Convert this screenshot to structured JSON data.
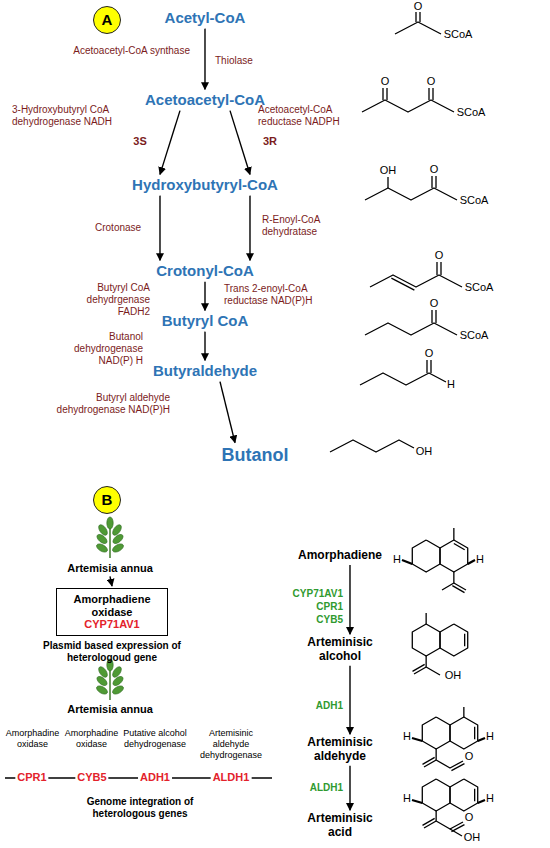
{
  "diagram": {
    "nodes": [
      {
        "text": [
          "A"
        ]
      },
      {
        "text": [
          "Acetyl-CoA"
        ]
      },
      {
        "text": [
          "Acetoacetyl-CoA"
        ]
      },
      {
        "text": [
          "Hydroxybutyryl-CoA"
        ]
      },
      {
        "text": [
          "Crotonyl-CoA"
        ]
      },
      {
        "text": [
          "Butyryl CoA"
        ]
      },
      {
        "text": [
          "Butyraldehyde"
        ]
      },
      {
        "text": [
          "Butanol"
        ]
      },
      {
        "text": [
          "B"
        ]
      },
      {
        "text": [
          "Artemisia annua"
        ]
      },
      {
        "text": [
          "Amorphadiene oxidase",
          "CYP71AV1"
        ]
      },
      {
        "text": [
          "Amorphadiene"
        ]
      },
      {
        "text": [
          "Arteminisic alcohol"
        ]
      },
      {
        "text": [
          "Arteminisic aldehyde"
        ]
      },
      {
        "text": [
          "Arteminisic acid"
        ]
      }
    ],
    "edges": [
      {
        "from": 1,
        "to": 2,
        "arrow": "to"
      },
      {
        "from": 2,
        "to": 3,
        "arrow": "to"
      },
      {
        "from": 2,
        "to": 3,
        "arrow": "to"
      },
      {
        "from": 3,
        "to": 4,
        "arrow": "to"
      },
      {
        "from": 3,
        "to": 4,
        "arrow": "to"
      },
      {
        "from": 4,
        "to": 5,
        "arrow": "to"
      },
      {
        "from": 5,
        "to": 6,
        "arrow": "to"
      },
      {
        "from": 6,
        "to": 7,
        "arrow": "to"
      },
      {
        "from": 9,
        "to": 10,
        "arrow": "to"
      },
      {
        "from": 11,
        "to": 12,
        "arrow": "to"
      },
      {
        "from": 12,
        "to": 13,
        "arrow": "to"
      },
      {
        "from": 13,
        "to": 14,
        "arrow": "to"
      }
    ],
    "labels": [
      "Acetoacetyl-CoA synthase",
      "Thiolase",
      "3-Hydroxybutyryl CoA dehydrogenase NADH",
      "Acetoacetyl-CoA reductase NADPH",
      "3S",
      "3R",
      "Crotonase",
      "R-Enoyl-CoA dehydratase",
      "Butyryl CoA dehydrgenase FADH2",
      "Trans 2-enoyl-CoA reductase NAD(P)H",
      "Butanol dehydrogenase NAD(P) H",
      "Butyryl aldehyde dehydrogenase NAD(P)H",
      "O",
      "SCoA",
      "O",
      "O",
      "SCoA",
      "OH",
      "O",
      "SCoA",
      "O",
      "SCoA",
      "O",
      "SCoA",
      "O",
      "H",
      "OH",
      "Plasmid based expression of heterologoud gene",
      "Artemisia annua",
      "Amorphadine oxidase",
      "Amorphadine oxidase",
      "Putative alcohol dehydrogenase",
      "Artemisinic aldehyde dehydrogenase",
      "CPR1",
      "CYB5",
      "ADH1",
      "ALDH1",
      "Genome integration of heterologous genes",
      "CYP71AV1",
      "CPR1",
      "CYB5",
      "ADH1",
      "ALDH1",
      "H",
      "H",
      "OH",
      "O",
      "H",
      "H",
      "O",
      "OH",
      "H",
      "H"
    ]
  }
}
